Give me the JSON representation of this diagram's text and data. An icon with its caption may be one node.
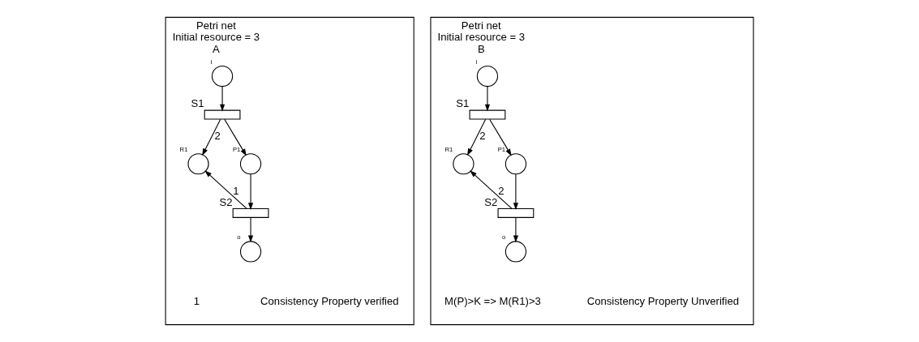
{
  "diagram": {
    "nodes": [
      {
        "text": [
          "Petri net",
          "Initial resource = 3",
          "A"
        ]
      },
      {
        "text": [],
        "shape": "circle",
        "beside": [
          "i"
        ],
        "in": 0
      },
      {
        "text": [],
        "shape": "bar",
        "beside": [
          "S1"
        ],
        "in": 0
      },
      {
        "text": [],
        "shape": "circle",
        "beside": [
          "R1"
        ],
        "in": 0
      },
      {
        "text": [],
        "shape": "circle",
        "beside": [
          "P1"
        ],
        "in": 0
      },
      {
        "text": [],
        "shape": "bar",
        "beside": [
          "S2"
        ],
        "in": 0
      },
      {
        "text": [],
        "shape": "circle",
        "beside": [
          "o"
        ],
        "in": 0
      },
      {
        "text": [
          "Petri net",
          "Initial resource = 3",
          "B"
        ]
      },
      {
        "text": [],
        "shape": "circle",
        "beside": [
          "i"
        ],
        "in": 7
      },
      {
        "text": [],
        "shape": "bar",
        "beside": [
          "S1"
        ],
        "in": 7
      },
      {
        "text": [],
        "shape": "circle",
        "beside": [
          "R1"
        ],
        "in": 7
      },
      {
        "text": [],
        "shape": "circle",
        "beside": [
          "P1"
        ],
        "in": 7
      },
      {
        "text": [],
        "shape": "bar",
        "beside": [
          "S2"
        ],
        "in": 7
      },
      {
        "text": [],
        "shape": "circle",
        "beside": [
          "o"
        ],
        "in": 7
      }
    ],
    "edges": [
      {
        "from": 1,
        "to": 2,
        "arrow": "to"
      },
      {
        "from": 2,
        "to": 4,
        "arrow": "to"
      },
      {
        "from": 2,
        "to": 3,
        "arrow": "to",
        "label": "2"
      },
      {
        "from": 4,
        "to": 5,
        "arrow": "to"
      },
      {
        "from": 5,
        "to": 3,
        "arrow": "to",
        "label": "1"
      },
      {
        "from": 5,
        "to": 6,
        "arrow": "to"
      },
      {
        "from": 8,
        "to": 9,
        "arrow": "to"
      },
      {
        "from": 9,
        "to": 11,
        "arrow": "to"
      },
      {
        "from": 9,
        "to": 10,
        "arrow": "to",
        "label": "2"
      },
      {
        "from": 11,
        "to": 12,
        "arrow": "to"
      },
      {
        "from": 12,
        "to": 10,
        "arrow": "to",
        "label": "2"
      },
      {
        "from": 12,
        "to": 13,
        "arrow": "to"
      }
    ],
    "labels": [
      "1",
      "Consistency Property verified",
      "M(P)>K => M(R1)>3",
      "Consistency Property Unverified"
    ]
  }
}
